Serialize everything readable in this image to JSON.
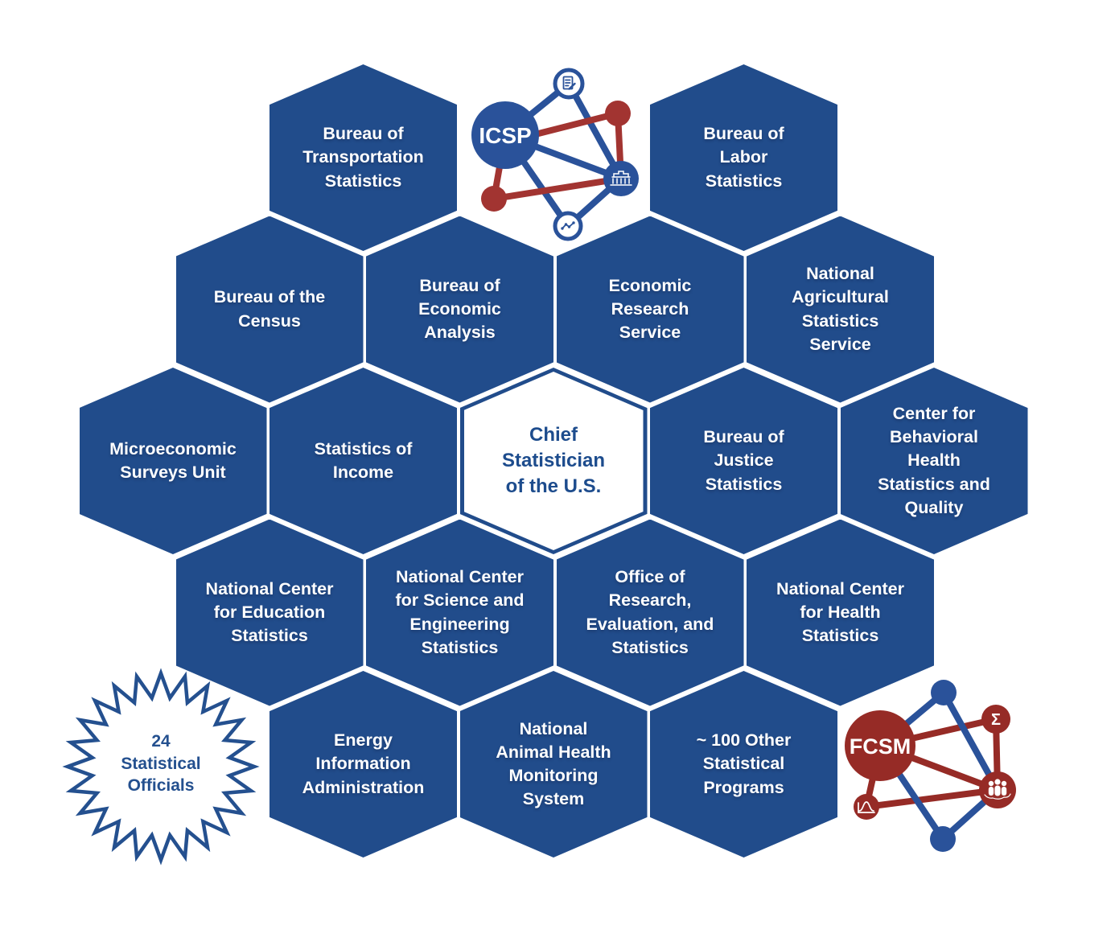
{
  "colors": {
    "hexagon_blue": "#214C8B",
    "logo_blue": "#2A529A",
    "icsp_red": "#A23431",
    "fcsm_red": "#962B26",
    "center_text_blue": "#1d4c8d",
    "text_white": "#FFFFFF"
  },
  "honeycomb": {
    "items": [
      {
        "name": "bureau-of-transportation-statistics",
        "row": 0,
        "col": 1,
        "lines": [
          "Bureau of",
          "Transportation",
          "Statistics"
        ]
      },
      {
        "name": "bureau-of-labor-statistics",
        "row": 0,
        "col": 3,
        "lines": [
          "Bureau of",
          "Labor",
          "Statistics"
        ]
      },
      {
        "name": "bureau-of-the-census",
        "row": 1,
        "col": 0,
        "lines": [
          "Bureau of the",
          "Census"
        ]
      },
      {
        "name": "bureau-of-economic-analysis",
        "row": 1,
        "col": 1,
        "lines": [
          "Bureau of",
          "Economic",
          "Analysis"
        ]
      },
      {
        "name": "economic-research-service",
        "row": 1,
        "col": 2,
        "lines": [
          "Economic",
          "Research",
          "Service"
        ]
      },
      {
        "name": "national-agricultural-statistics-service",
        "row": 1,
        "col": 3,
        "lines": [
          "National",
          "Agricultural",
          "Statistics",
          "Service"
        ]
      },
      {
        "name": "microeconomic-surveys-unit",
        "row": 2,
        "col": 0,
        "lines": [
          "Microeconomic",
          "Surveys Unit"
        ]
      },
      {
        "name": "statistics-of-income",
        "row": 2,
        "col": 1,
        "lines": [
          "Statistics of",
          "Income"
        ]
      },
      {
        "name": "chief-statistician-of-the-us",
        "row": 2,
        "col": 2,
        "variant": "chief",
        "lines": [
          "Chief",
          "Statistician",
          "of the U.S."
        ]
      },
      {
        "name": "bureau-of-justice-statistics",
        "row": 2,
        "col": 3,
        "lines": [
          "Bureau of",
          "Justice",
          "Statistics"
        ]
      },
      {
        "name": "center-for-behavioral-health-statistics-and-quality",
        "row": 2,
        "col": 4,
        "lines": [
          "Center for",
          "Behavioral",
          "Health",
          "Statistics and",
          "Quality"
        ]
      },
      {
        "name": "national-center-for-education-statistics",
        "row": 3,
        "col": 0,
        "lines": [
          "National Center",
          "for Education",
          "Statistics"
        ]
      },
      {
        "name": "national-center-for-science-and-engineering-statistics",
        "row": 3,
        "col": 1,
        "lines": [
          "National Center",
          "for Science and",
          "Engineering",
          "Statistics"
        ]
      },
      {
        "name": "office-of-research-evaluation-and-statistics",
        "row": 3,
        "col": 2,
        "lines": [
          "Office of",
          "Research,",
          "Evaluation, and",
          "Statistics"
        ]
      },
      {
        "name": "national-center-for-health-statistics",
        "row": 3,
        "col": 3,
        "lines": [
          "National Center",
          "for Health",
          "Statistics"
        ]
      },
      {
        "name": "energy-information-administration",
        "row": 4,
        "col": 1,
        "lines": [
          "Energy",
          "Information",
          "Administration"
        ]
      },
      {
        "name": "national-animal-health-monitoring-system",
        "row": 4,
        "col": 2,
        "lines": [
          "National",
          "Animal Health",
          "Monitoring",
          "System"
        ]
      },
      {
        "name": "100-other-statistical-programs",
        "row": 4,
        "col": 3,
        "lines": [
          "~ 100 Other",
          "Statistical",
          "Programs"
        ]
      }
    ]
  },
  "starburst": {
    "lines": [
      "24",
      "Statistical",
      "Officials"
    ]
  },
  "icsp": {
    "label": "ICSP",
    "node_icons": [
      "clipboard-icon",
      "census-building-icon",
      "line-chart-icon"
    ]
  },
  "fcsm": {
    "label": "FCSM",
    "sigma": "Σ",
    "node_icons": [
      "sigma-icon",
      "people-map-icon",
      "bell-curve-icon"
    ]
  }
}
